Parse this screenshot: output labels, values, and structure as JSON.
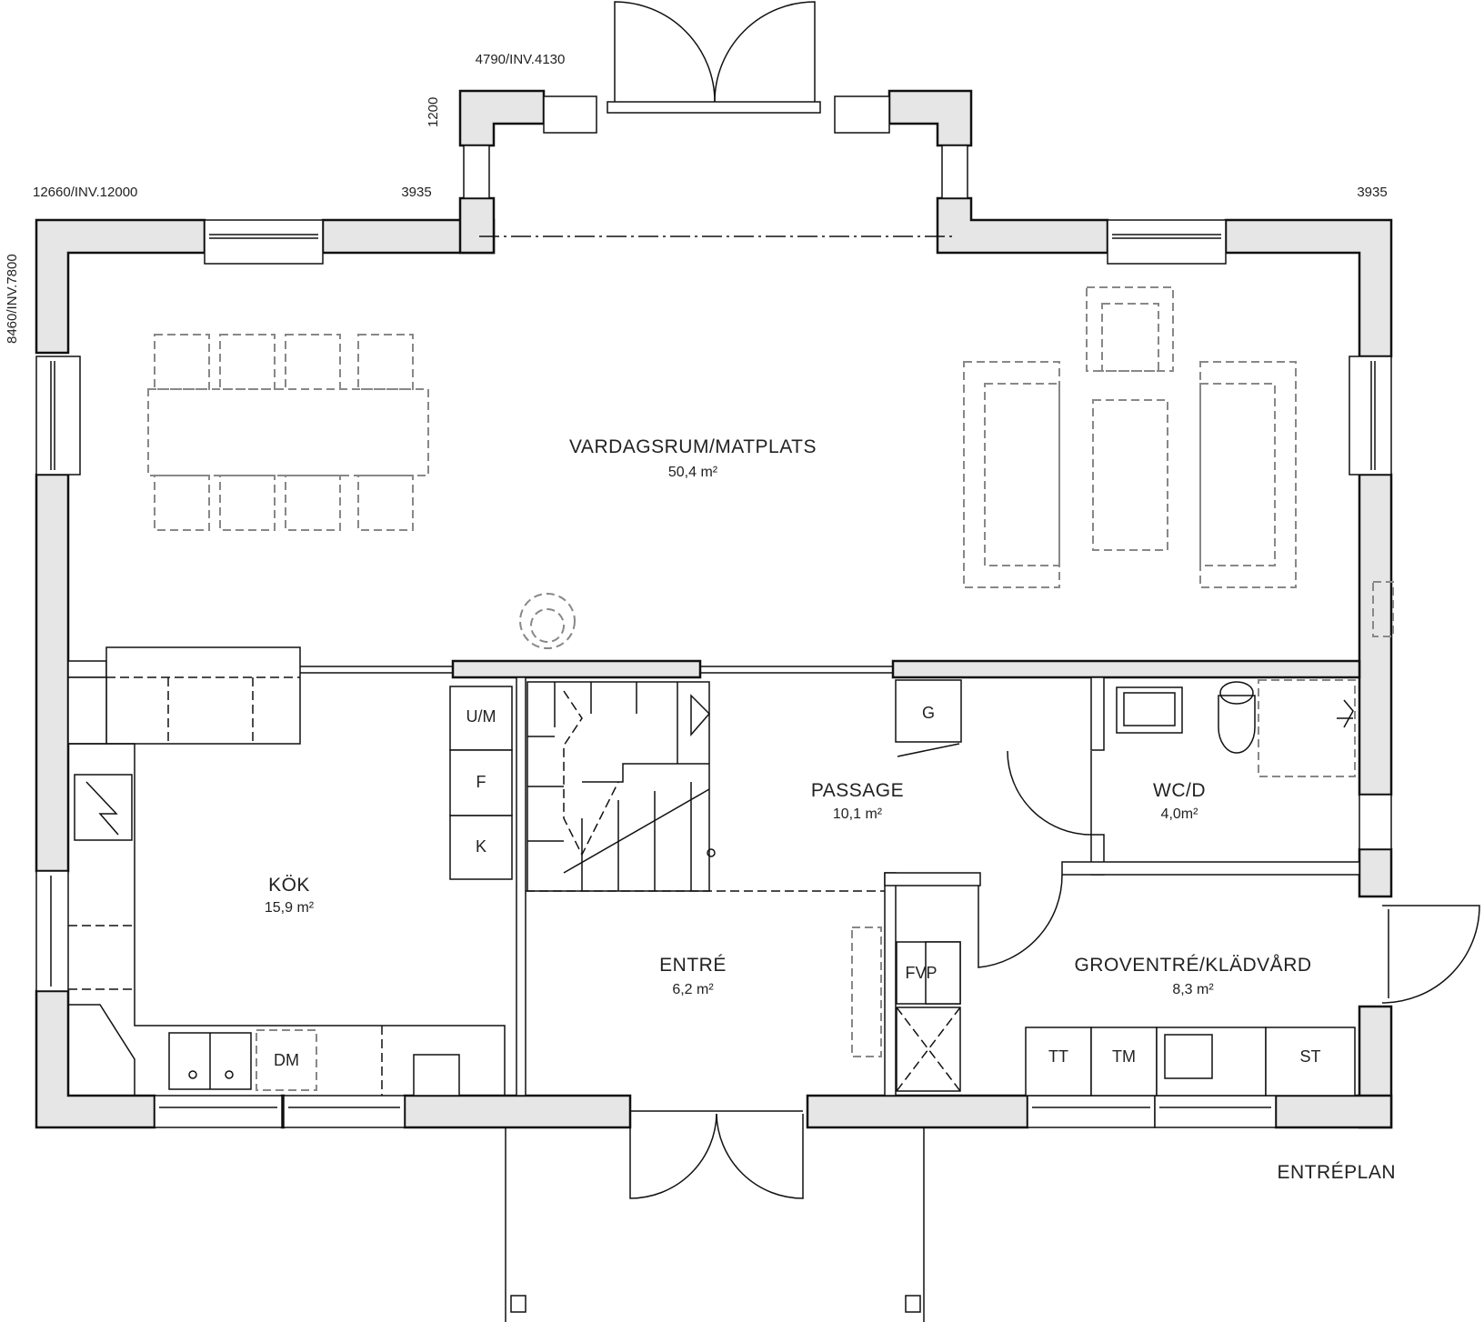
{
  "plan_title": "ENTRÉPLAN",
  "dimensions": {
    "top_bay_width": "4790/INV.4130",
    "bay_depth": "1200",
    "overall_width": "12660/INV.12000",
    "left_offset": "3935",
    "right_offset": "3935",
    "overall_depth": "8460/INV.7800"
  },
  "rooms": [
    {
      "id": "vardagsrum",
      "name": "VARDAGSRUM/MATPLATS",
      "area": "50,4 m²"
    },
    {
      "id": "kok",
      "name": "KÖK",
      "area": "15,9 m²"
    },
    {
      "id": "passage",
      "name": "PASSAGE",
      "area": "10,1 m²"
    },
    {
      "id": "wc",
      "name": "WC/D",
      "area": "4,0m²"
    },
    {
      "id": "entre",
      "name": "ENTRÉ",
      "area": "6,2 m²"
    },
    {
      "id": "groventre",
      "name": "GROVENTRÉ/KLÄDVÅRD",
      "area": "8,3 m²"
    }
  ],
  "fixtures": {
    "um": "U/M",
    "f": "F",
    "k": "K",
    "g": "G",
    "dm": "DM",
    "fvp": "FVP",
    "tt": "TT",
    "tm": "TM",
    "st": "ST"
  },
  "colors": {
    "wall_fill": "#e6e6e6",
    "line": "#111111",
    "furniture": "#888888"
  }
}
